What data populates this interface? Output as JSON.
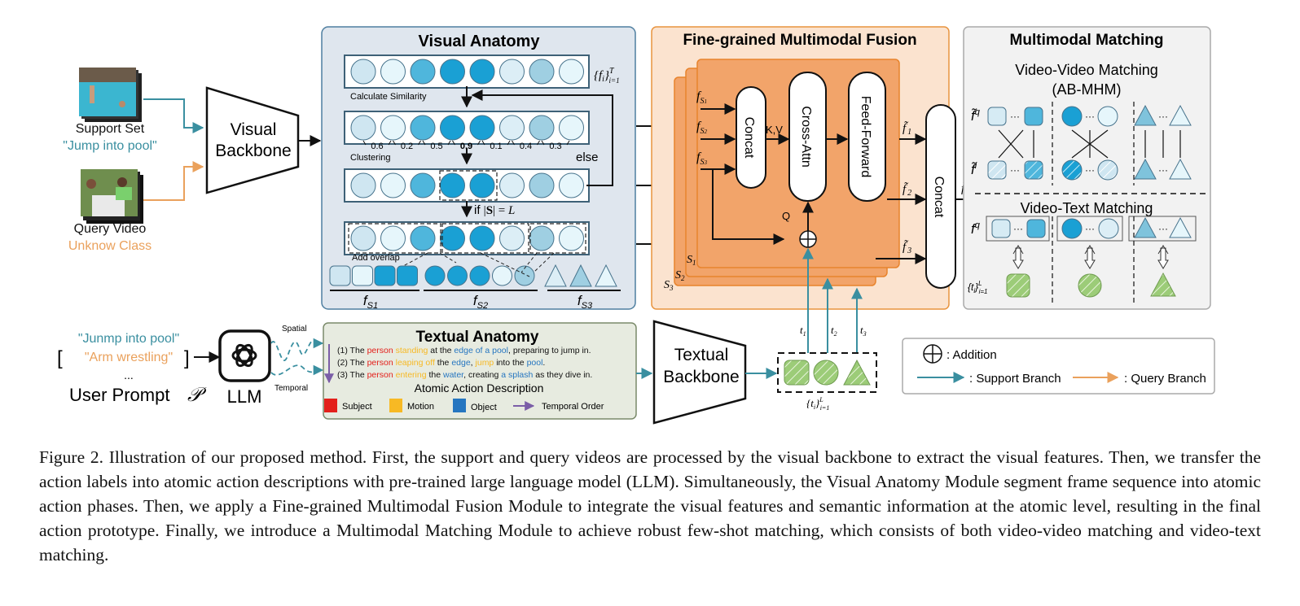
{
  "figure": {
    "inputs": {
      "support_label": "Support Set",
      "support_class": "\"Jump into pool\"",
      "query_label": "Query Video",
      "query_class": "Unknow Class"
    },
    "visual_backbone": {
      "line1": "Visual",
      "line2": "Backbone"
    },
    "visual_anatomy": {
      "title": "Visual Anatomy",
      "feature_label": "{f_i}_{i=1}^T",
      "calc_similarity": "Calculate Similarity",
      "clustering": "Clustering",
      "else": "else",
      "condition": "if |S| = L",
      "add_overlap": "Add overlap",
      "similarities": [
        "0.6",
        "0.2",
        "0.5",
        "0.9",
        "0.1",
        "0.4",
        "0.3"
      ],
      "segment_labels": [
        "f_S1",
        "f_S2",
        "f_S3"
      ]
    },
    "fusion": {
      "title": "Fine-grained Multimodal Fusion",
      "concat": "Concat",
      "cross_attn": "Cross-Attn",
      "feed_forward": "Feed-Forward",
      "kv": "K,V",
      "q": "Q",
      "inputs": [
        "f_S1",
        "f_S2",
        "f_S3"
      ],
      "stacks": [
        "S1",
        "S2",
        "S3"
      ],
      "outputs": [
        "f̃1",
        "f̃2",
        "f̃3"
      ],
      "final_concat": "Concat",
      "final_output": "f̃"
    },
    "matching": {
      "title": "Multimodal Matching",
      "vv_title": "Video-Video Matching",
      "vv_sub": "(AB-MHM)",
      "vt_title": "Video-Text Matching",
      "row_q": "f̃q",
      "row_i": "f̃i",
      "row_fq": "fq",
      "row_t": "{t_i}_{i=1}^L"
    },
    "prompt": {
      "class1": "\"Junmp into pool\"",
      "class2": "\"Arm wrestling\"",
      "ellipsis": "...",
      "label": "User Prompt",
      "symbol": "𝒫",
      "llm": "LLM",
      "spatial": "Spatial",
      "temporal": "Temporal"
    },
    "textual_anatomy": {
      "title": "Textual Anatomy",
      "sentences": [
        [
          [
            "(1) The ",
            "k"
          ],
          [
            "person",
            "s"
          ],
          [
            " ",
            "k"
          ],
          [
            "standing",
            "m"
          ],
          [
            " at the ",
            "k"
          ],
          [
            "edge of a pool",
            "o"
          ],
          [
            ", preparing to jump in.",
            "k"
          ]
        ],
        [
          [
            "(2) The ",
            "k"
          ],
          [
            "person",
            "s"
          ],
          [
            " ",
            "k"
          ],
          [
            "leaping off",
            "m"
          ],
          [
            " the ",
            "k"
          ],
          [
            "edge",
            "o"
          ],
          [
            ", ",
            "k"
          ],
          [
            "jump",
            "m"
          ],
          [
            " into the ",
            "k"
          ],
          [
            "pool",
            "o"
          ],
          [
            ".",
            "k"
          ]
        ],
        [
          [
            "(3) The ",
            "k"
          ],
          [
            "person",
            "s"
          ],
          [
            " ",
            "k"
          ],
          [
            "entering",
            "m"
          ],
          [
            " the ",
            "k"
          ],
          [
            "water",
            "o"
          ],
          [
            ", creating ",
            "k"
          ],
          [
            "a splash",
            "o"
          ],
          [
            " as they dive in.",
            "k"
          ]
        ]
      ],
      "subtitle": "Atomic Action Description",
      "legend": [
        "Subject",
        "Motion",
        "Object",
        "Temporal Order"
      ]
    },
    "textual_backbone": {
      "line1": "Textual",
      "line2": "Backbone"
    },
    "text_tokens": {
      "labels": [
        "t1",
        "t2",
        "t3"
      ],
      "set_label": "{t_i}_{i=1}^L"
    },
    "legend": {
      "addition": ": Addition",
      "support": ": Support Branch",
      "query": ": Query Branch"
    },
    "colors": {
      "support": "#3a8fa0",
      "query": "#eaa15c",
      "subject": "#e3201b",
      "motion": "#f7b924",
      "object": "#2676c0",
      "temporal": "#7b5ea7",
      "va_bg": "#dfe6ee",
      "fusion_bg": "#fbe3cf",
      "fusion_card": "#f2a46a",
      "match_bg": "#f2f2f2",
      "ta_bg": "#e7ebe0",
      "green": "#9ccc78"
    }
  },
  "caption": {
    "lines": [
      "Figure 2. Illustration of our proposed method. First, the support and query videos are processed by the visual backbone to extract the visual features. Then, we transfer the action labels into atomic action descriptions with pre-trained large language model (LLM). Simultaneously, the Visual Anatomy Module segment frame sequence into atomic action phases. Then, we apply a Fine-grained Multimodal Fusion Module to integrate the visual features and semantic information at the atomic level, resulting in the final action prototype. Finally, we introduce a Multimodal Matching Module to achieve robust few-shot matching, which consists of both video-video matching and video-text matching."
    ]
  }
}
